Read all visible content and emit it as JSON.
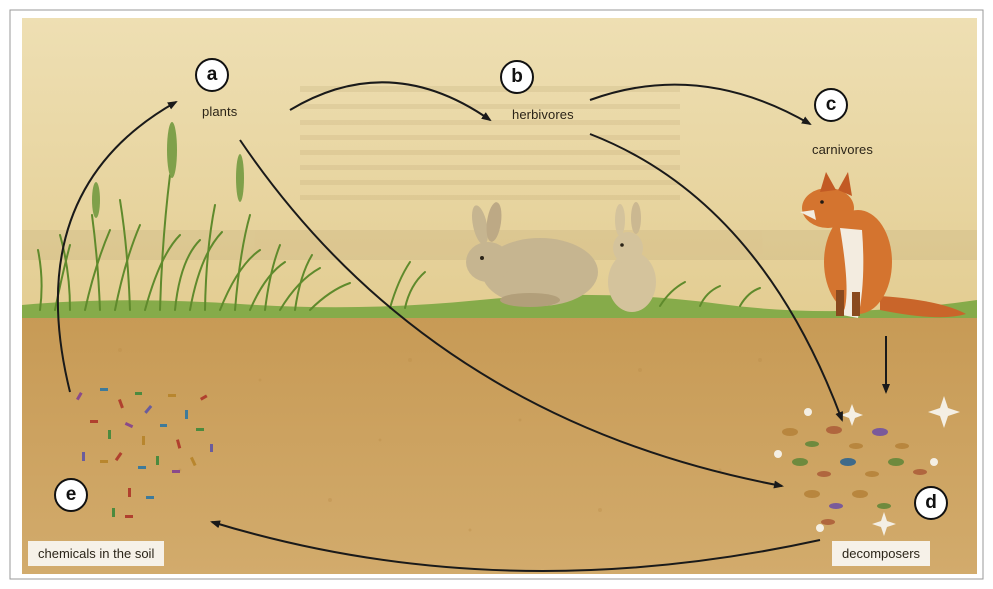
{
  "labels": {
    "plants": "plants",
    "herbivores": "herbivores",
    "carnivores": "carnivores",
    "decomposers": "decomposers",
    "soil": "chemicals in the soil"
  },
  "badges": {
    "a": "a",
    "b": "b",
    "c": "c",
    "d": "d",
    "e": "e"
  },
  "colors": {
    "sky": "#e9d8a8",
    "soil": "#c9a05e",
    "grass": "#7aa340",
    "arrow": "#1a1a1a"
  }
}
